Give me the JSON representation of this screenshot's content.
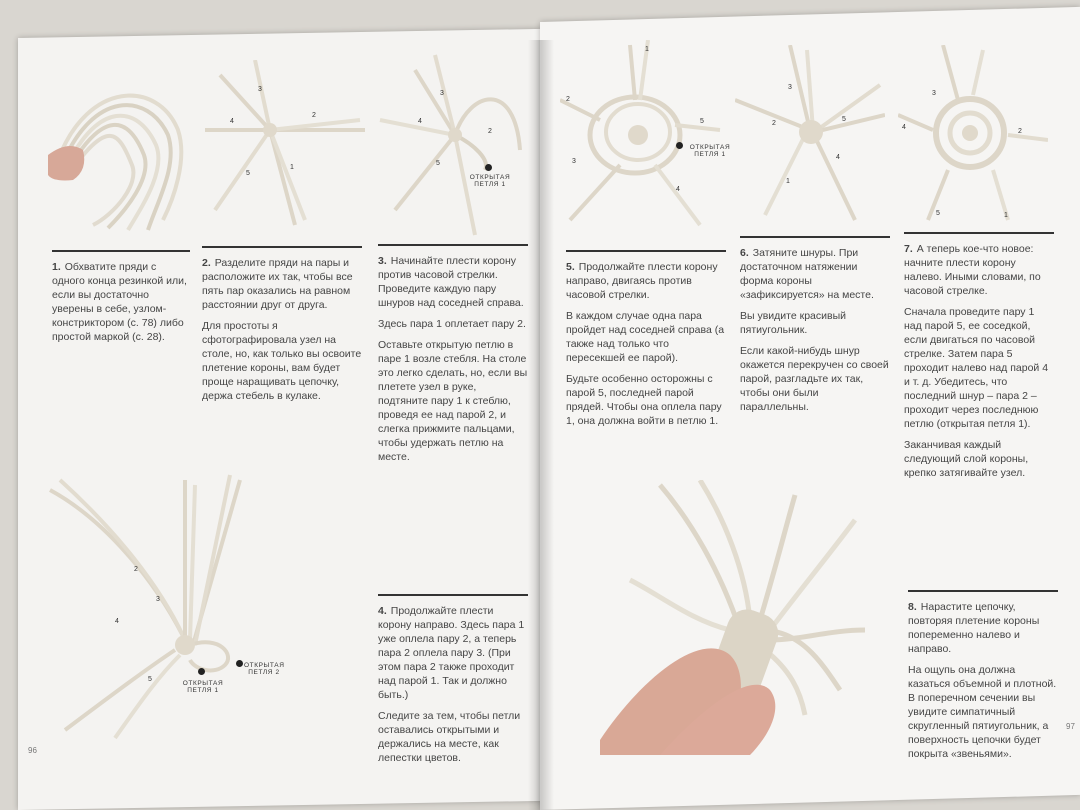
{
  "left_page": {
    "page_number": "96",
    "steps": [
      {
        "num": "1.",
        "paras": [
          "Обхватите пряди с одного конца резинкой или, если вы достаточно уверены в себе, узлом-констриктором (с. 78) либо простой маркой (с. 28)."
        ]
      },
      {
        "num": "2.",
        "paras": [
          "Разделите пряди на пары и расположите их так, чтобы все пять пар оказались на равном расстоянии друг от друга.",
          "Для простоты я сфотографировала узел на столе, но, как только вы освоите плетение короны, вам будет проще наращивать цепочку, держа стебель в кулаке."
        ]
      },
      {
        "num": "3.",
        "paras": [
          "Начинайте плести корону против часовой стрелки. Проведите каждую пару шнуров над соседней справа.",
          "Здесь пара 1 оплетает пару 2.",
          "Оставьте открытую петлю в паре 1 возле стебля. На столе это легко сделать, но, если вы плетете узел в руке, подтяните пару 1 к стеблю, проведя ее над парой 2, и слегка прижмите пальцами, чтобы удержать петлю на месте."
        ]
      },
      {
        "num": "4.",
        "paras": [
          "Продолжайте плести корону направо. Здесь пара 1 уже оплела пару 2, а теперь пара 2 оплела пару 3. (При этом пара 2 также проходит над парой 1. Так и должно быть.)",
          "Следите за тем, чтобы петли оставались открытыми и держались на месте, как лепестки цветов."
        ]
      }
    ],
    "labels": {
      "p2": [
        "3",
        "2",
        "4",
        "5",
        "1"
      ],
      "p3": [
        "3",
        "4",
        "2",
        "5"
      ],
      "p3_cap": "ОТКРЫТАЯ ПЕТЛЯ 1",
      "p4": [
        "2",
        "3",
        "4",
        "5"
      ],
      "p4_cap1": "ОТКРЫТАЯ ПЕТЛЯ 1",
      "p4_cap2": "ОТКРЫТАЯ ПЕТЛЯ 2"
    }
  },
  "right_page": {
    "page_number": "97",
    "steps": [
      {
        "num": "5.",
        "paras": [
          "Продолжайте плести корону направо, двигаясь против часовой стрелки.",
          "В каждом случае одна пара пройдет над соседней справа (а также над только что пересекшей ее парой).",
          "Будьте особенно осторожны с парой 5, последней парой прядей. Чтобы она оплела пару 1, она должна войти в петлю 1."
        ]
      },
      {
        "num": "6.",
        "paras": [
          "Затяните шнуры. При достаточном натяжении форма короны «зафиксируется» на месте.",
          "Вы увидите красивый пятиугольник.",
          "Если какой-нибудь шнур окажется перекручен со своей парой, разгладьте их так, чтобы они были параллельны."
        ]
      },
      {
        "num": "7.",
        "paras": [
          "А теперь кое-что новое: начните плести корону налево. Иными словами, по часовой стрелке.",
          "Сначала проведите пару 1 над парой 5, ее соседкой, если двигаться по часовой стрелке. Затем пара 5 проходит налево над парой 4 и т. д. Убедитесь, что последний шнур – пара 2 – проходит через последнюю петлю (открытая петля 1).",
          "Заканчивая каждый следующий слой короны, крепко затягивайте узел."
        ]
      },
      {
        "num": "8.",
        "paras": [
          "Нарастите цепочку, повторяя плетение короны попеременно налево и направо.",
          "На ощупь она должна казаться объемной и плотной. В поперечном сечении вы увидите симпатичный скругленный пятиугольник, а поверхность цепочки будет покрыта «звеньями»."
        ]
      }
    ],
    "labels": {
      "p5": [
        "1",
        "2",
        "3",
        "5",
        "4"
      ],
      "p5_cap": "ОТКРЫТАЯ ПЕТЛЯ 1",
      "p6": [
        "3",
        "2",
        "5",
        "1",
        "4"
      ],
      "p7": [
        "3",
        "4",
        "2",
        "5",
        "1"
      ]
    }
  }
}
